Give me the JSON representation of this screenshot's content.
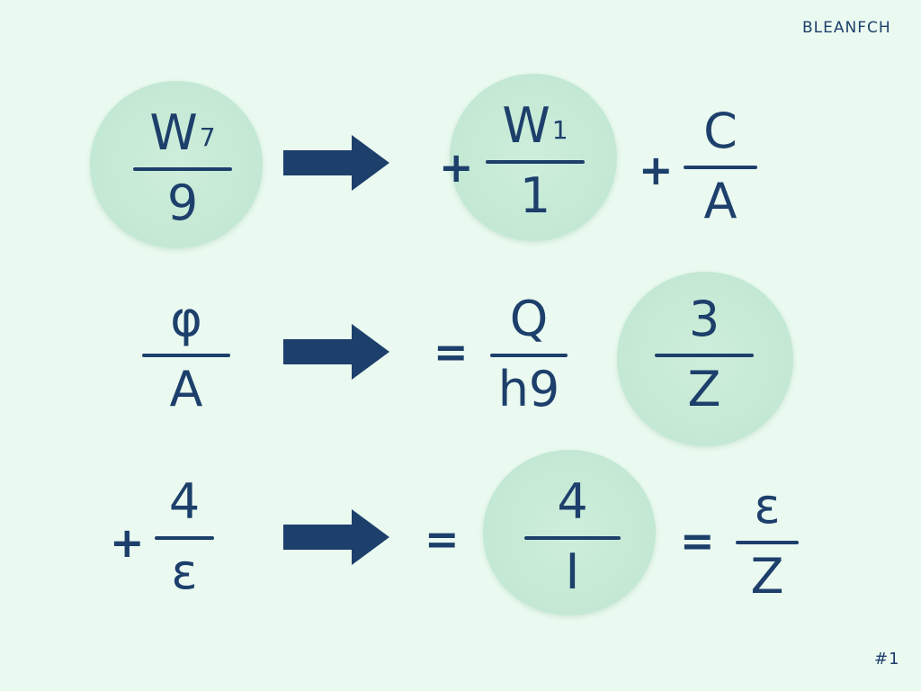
{
  "header": {
    "label": "BLEANFCH"
  },
  "footer": {
    "page": "#1"
  },
  "colors": {
    "ink": "#1d3f6b",
    "background": "#eafaf0",
    "highlight": "#c8ebd7"
  },
  "rows": [
    {
      "lhs": {
        "num": "W",
        "sub": "7",
        "den": "9"
      },
      "terms": [
        {
          "op": "+",
          "num": "W",
          "sub": "1",
          "den": "1"
        },
        {
          "op": "+",
          "num": "C",
          "sub": "",
          "den": "A"
        }
      ]
    },
    {
      "lhs": {
        "num": "φ",
        "sub": "",
        "den": "A"
      },
      "terms": [
        {
          "op": "=",
          "num": "Q",
          "sub": "",
          "den": "h9"
        },
        {
          "op": "",
          "num": "3",
          "sub": "",
          "den": "Z"
        }
      ]
    },
    {
      "lhs": {
        "op": "+",
        "num": "4",
        "sub": "",
        "den": "ε"
      },
      "terms": [
        {
          "op": "=",
          "num": "4",
          "sub": "",
          "den": "I"
        },
        {
          "op": "=",
          "num": "ε",
          "sub": "",
          "den": "Z"
        }
      ]
    }
  ]
}
